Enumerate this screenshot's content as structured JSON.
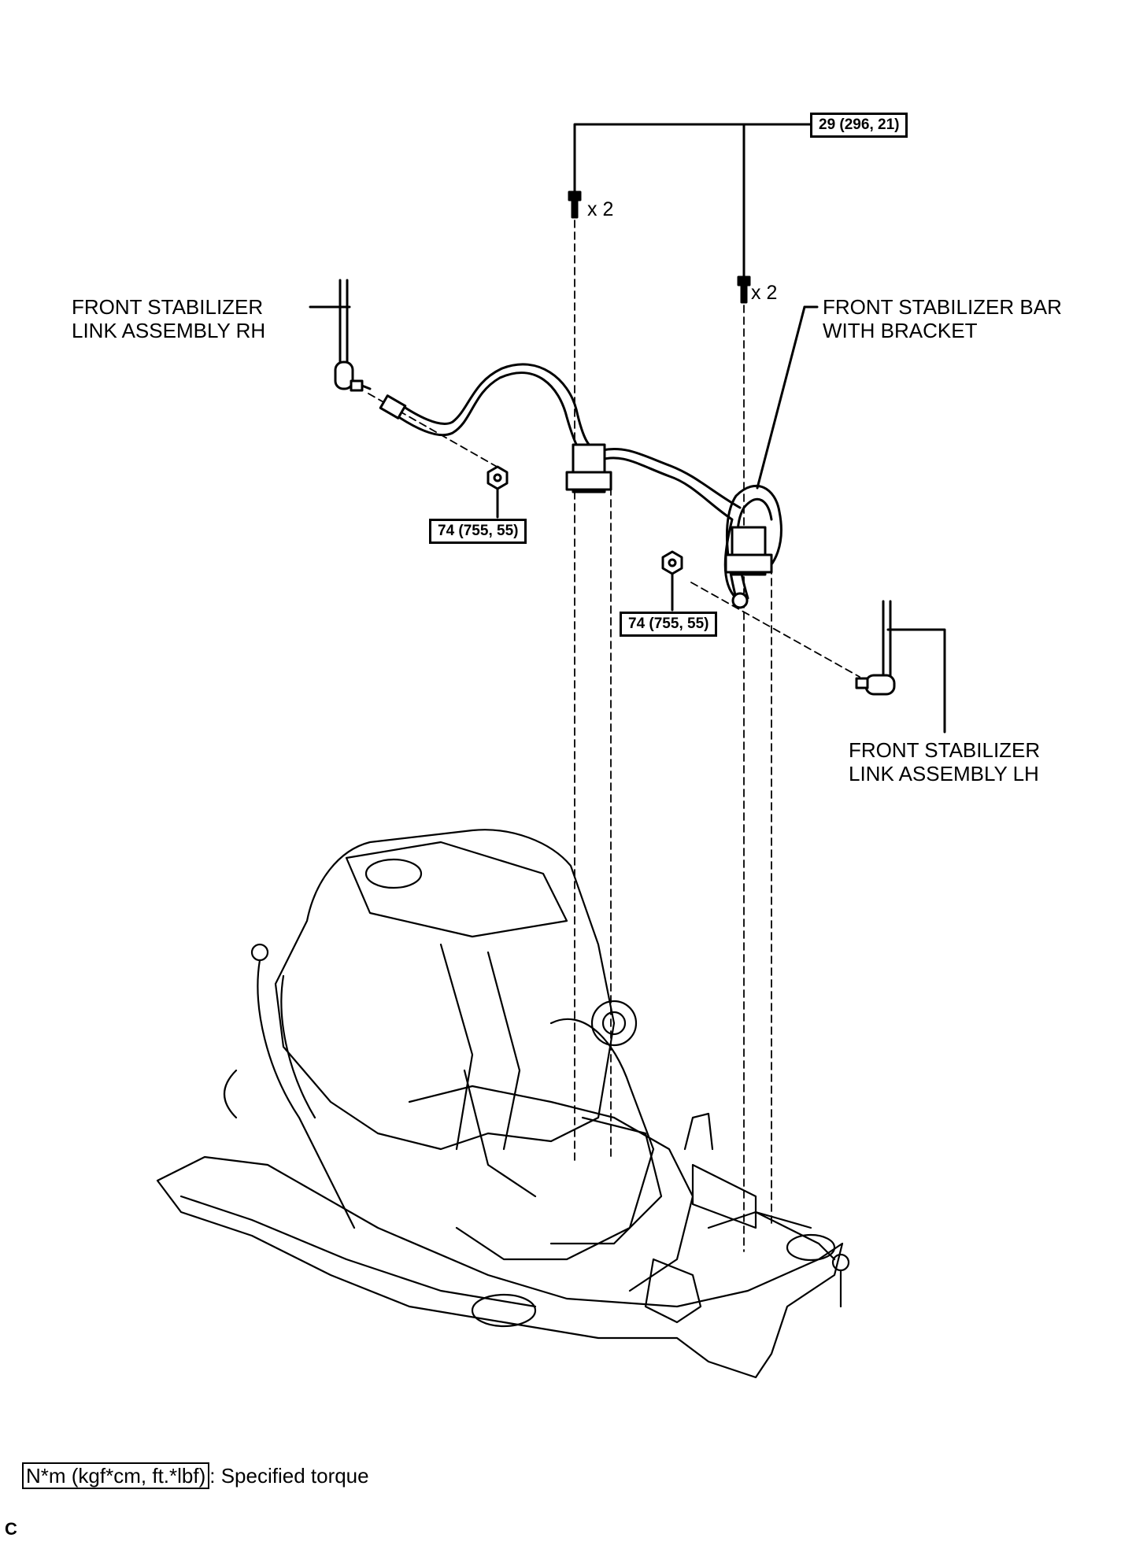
{
  "labels": {
    "link_rh": [
      "FRONT STABILIZER",
      "LINK ASSEMBLY RH"
    ],
    "bar": [
      "FRONT STABILIZER BAR",
      "WITH BRACKET"
    ],
    "link_lh": [
      "FRONT STABILIZER",
      "LINK ASSEMBLY LH"
    ]
  },
  "torque": {
    "bracket_bolts": "29 (296, 21)",
    "nut_rh": "74 (755, 55)",
    "nut_lh": "74 (755, 55)"
  },
  "quantity": {
    "bolt_a": "x 2",
    "bolt_b": "x 2"
  },
  "legend": {
    "units": "N*m (kgf*cm, ft.*lbf)",
    "description": ": Specified torque"
  },
  "corner_mark": "C",
  "colors": {
    "ink": "#000000",
    "paper": "#ffffff"
  }
}
